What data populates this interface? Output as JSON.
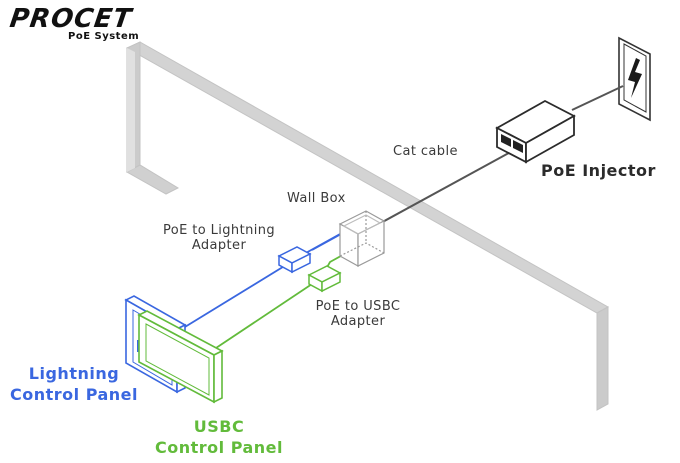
{
  "brand": {
    "name": "PROCET",
    "subtitle": "PoE System"
  },
  "labels": {
    "cat_cable": "Cat cable",
    "poe_injector": "PoE Injector",
    "wall_box": "Wall Box",
    "poe_to_lightning": [
      "PoE to Lightning",
      "Adapter"
    ],
    "poe_to_usbc": [
      "PoE to USBC",
      "Adapter"
    ],
    "lightning_panel": [
      "Lightning",
      "Control Panel"
    ],
    "usbc_panel": [
      "USBC",
      "Control Panel"
    ]
  },
  "colors": {
    "lightning": "#3a67e0",
    "usbc": "#62bb3b",
    "cable": "#555555",
    "wall": "#c6c6c6"
  },
  "icons": {
    "power_outlet": "lightning-bolt-icon",
    "injector_ports": "ethernet-port-icon"
  }
}
